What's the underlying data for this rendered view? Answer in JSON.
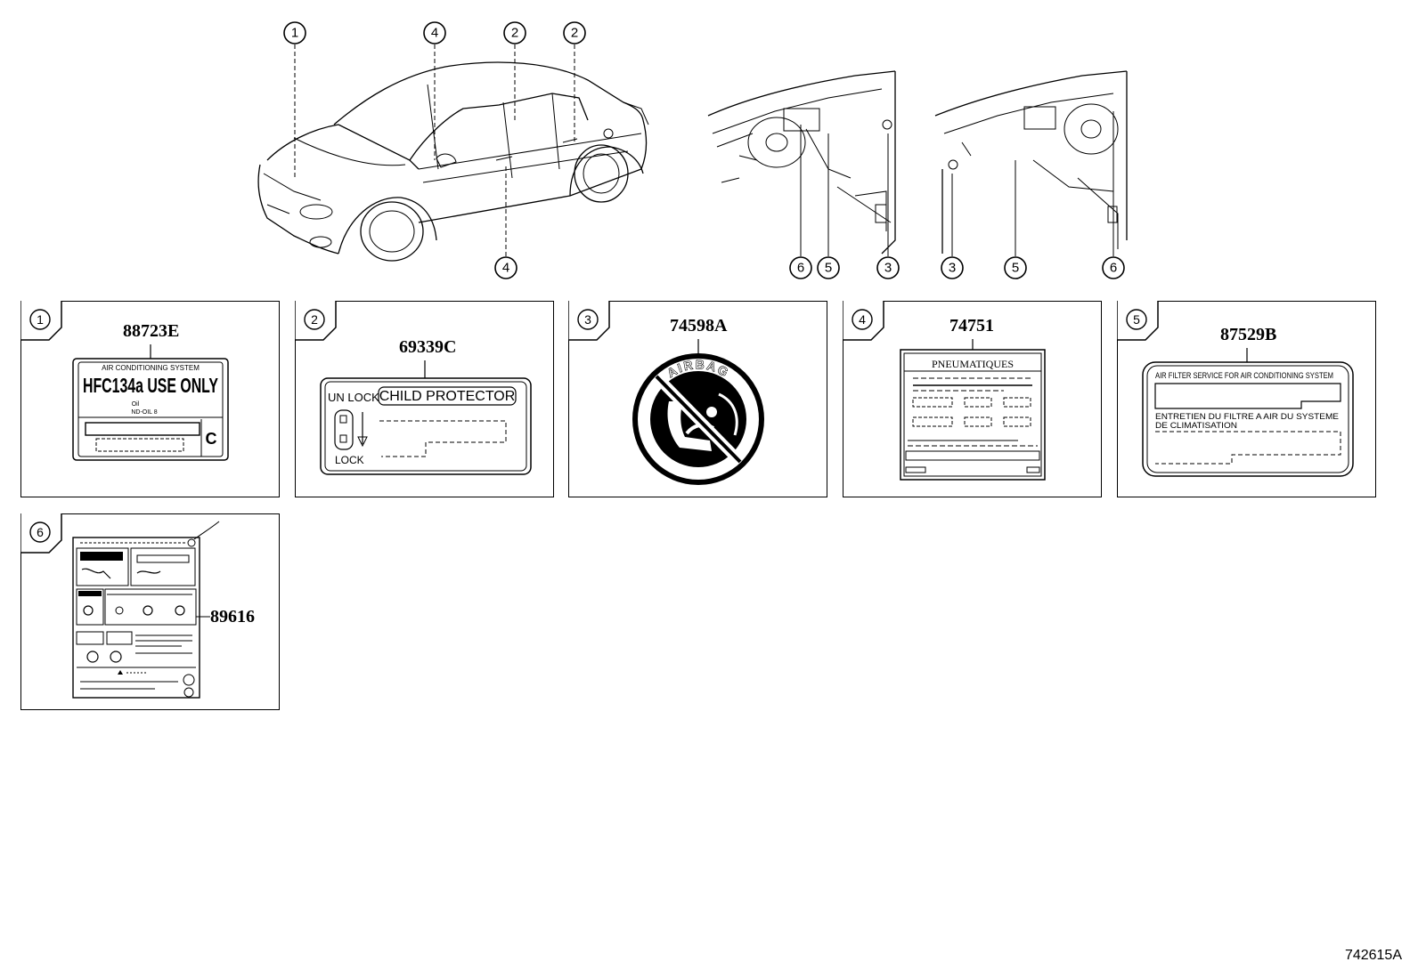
{
  "diagram_id": "742615A",
  "callouts": {
    "c1": "1",
    "c2": "2",
    "c3": "3",
    "c4": "4",
    "c5": "5",
    "c6": "6"
  },
  "panels": [
    {
      "index": "1",
      "part_no": "88723E"
    },
    {
      "index": "2",
      "part_no": "69339C"
    },
    {
      "index": "3",
      "part_no": "74598A"
    },
    {
      "index": "4",
      "part_no": "74751"
    },
    {
      "index": "5",
      "part_no": "87529B"
    },
    {
      "index": "6",
      "part_no": "89616"
    }
  ],
  "labels": {
    "ac": {
      "header": "AIR CONDITIONING SYSTEM",
      "main": "HFC134a USE ONLY",
      "sub1": "Oil",
      "sub2": "ND-OIL 8",
      "side": "C"
    },
    "child": {
      "unlock": "UN LOCK",
      "title": "CHILD PROTECTOR",
      "lock": "LOCK"
    },
    "airbag": {
      "arc_text": "AIRBAG"
    },
    "tire": {
      "title": "PNEUMATIQUES"
    },
    "filter": {
      "line1": "AIR FILTER SERVICE FOR AIR CONDITIONING SYSTEM",
      "line2": "ENTRETIEN DU FILTRE A AIR DU SYSTEME",
      "line3": "DE CLIMATISATION"
    }
  },
  "icons": [
    "car-illustration",
    "lhd-dashboard",
    "rhd-dashboard",
    "airbag-seat-prohibition-icon"
  ]
}
